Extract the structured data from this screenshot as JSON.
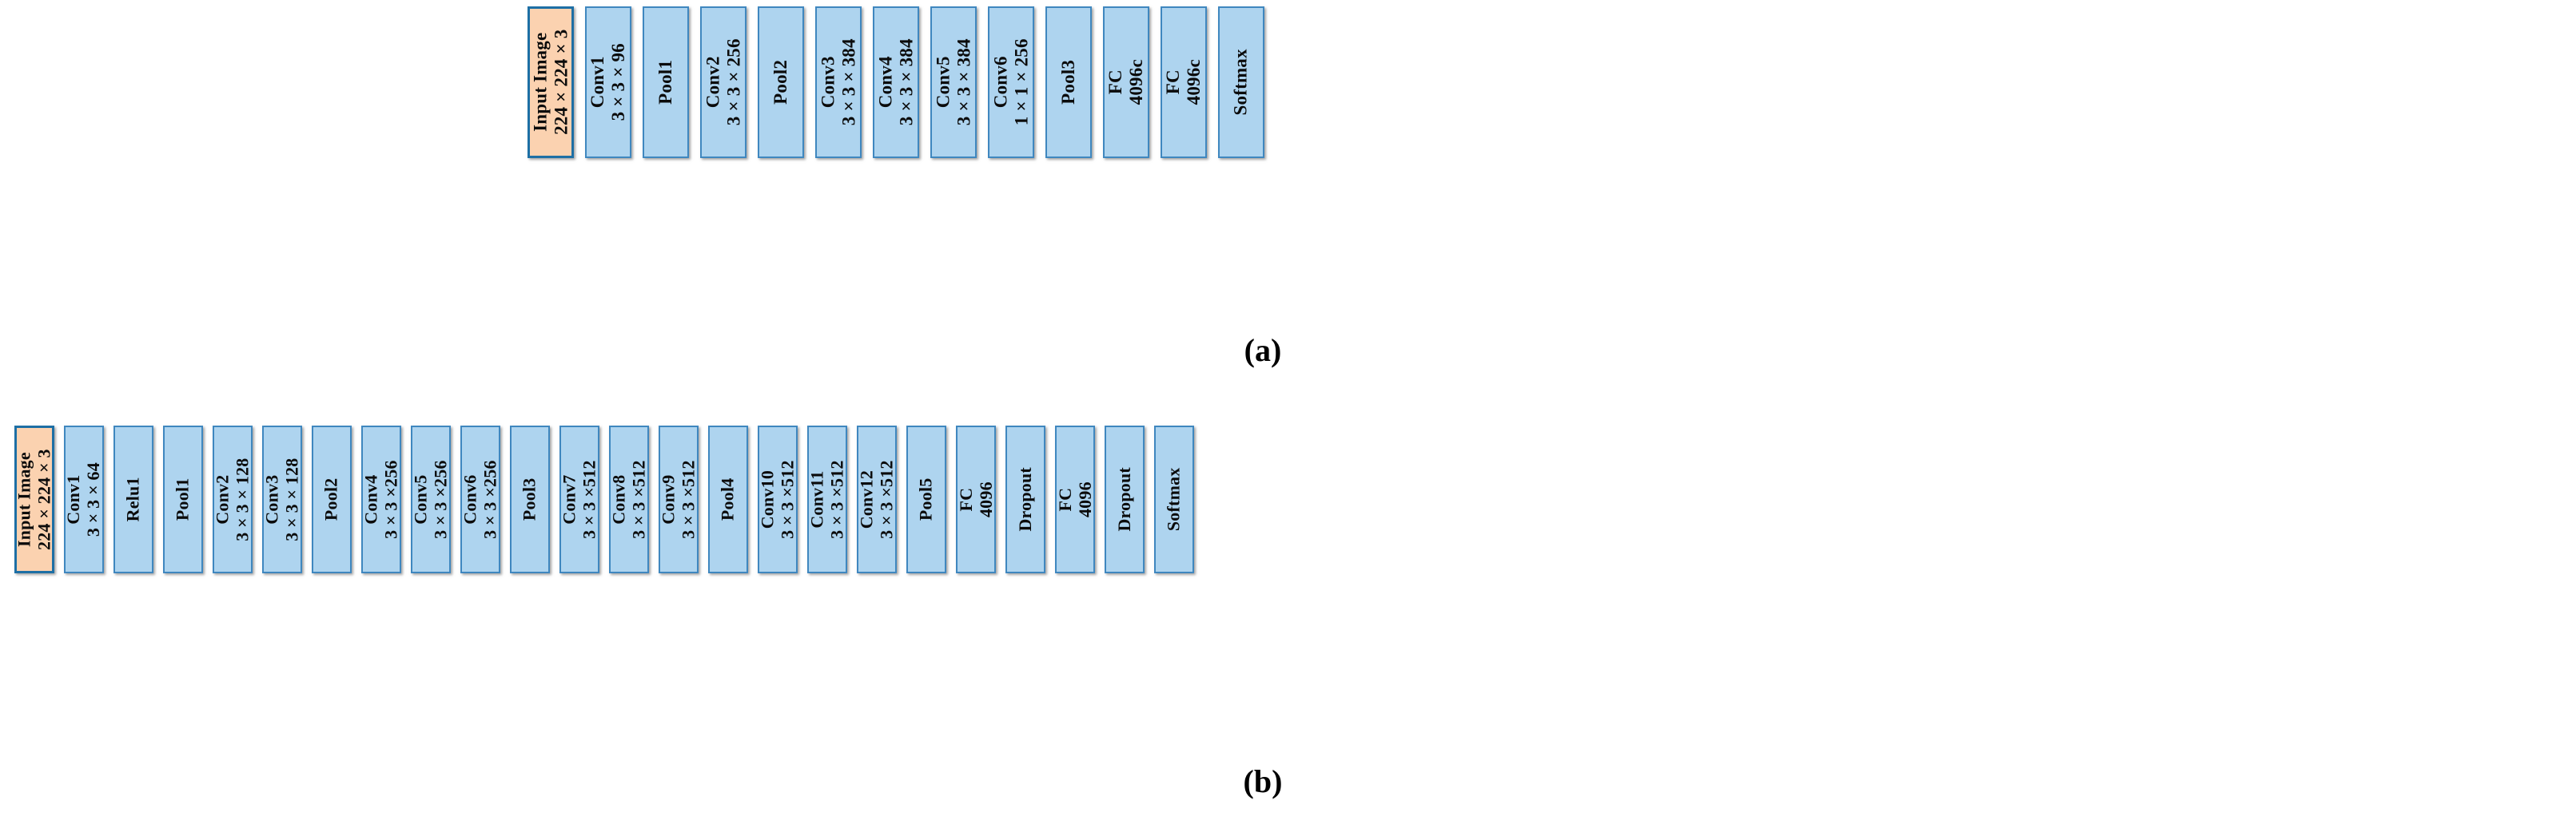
{
  "figure": {
    "background_color": "#ffffff",
    "box_fill_color": "#aed4ef",
    "box_border_color": "#3f87bf",
    "input_box_fill_color": "#fbd2b0",
    "input_box_border_color": "#1d6fa5"
  },
  "rows": [
    {
      "id": "a",
      "caption": "(a)",
      "layers": [
        {
          "line1": "Input Image",
          "line2": "224 × 224 × 3",
          "kind": "input"
        },
        {
          "line1": "Conv1",
          "line2": "3 × 3 × 96",
          "kind": "conv"
        },
        {
          "line1": "Pool1",
          "line2": "",
          "kind": "pool"
        },
        {
          "line1": "Conv2",
          "line2": "3 × 3 × 256",
          "kind": "conv"
        },
        {
          "line1": "Pool2",
          "line2": "",
          "kind": "pool"
        },
        {
          "line1": "Conv3",
          "line2": "3 × 3 × 384",
          "kind": "conv"
        },
        {
          "line1": "Conv4",
          "line2": "3 × 3 × 384",
          "kind": "conv"
        },
        {
          "line1": "Conv5",
          "line2": "3 × 3 × 384",
          "kind": "conv"
        },
        {
          "line1": "Conv6",
          "line2": "1 × 1 × 256",
          "kind": "conv"
        },
        {
          "line1": "Pool3",
          "line2": "",
          "kind": "pool"
        },
        {
          "line1": "FC",
          "line2": "4096c",
          "kind": "fc"
        },
        {
          "line1": "FC",
          "line2": "4096c",
          "kind": "fc"
        },
        {
          "line1": "Softmax",
          "line2": "",
          "kind": "softmax"
        }
      ]
    },
    {
      "id": "b",
      "caption": "(b)",
      "layers": [
        {
          "line1": "Input Image",
          "line2": "224 × 224 × 3",
          "kind": "input"
        },
        {
          "line1": "Conv1",
          "line2": "3 × 3 × 64",
          "kind": "conv"
        },
        {
          "line1": "Relu1",
          "line2": "",
          "kind": "relu"
        },
        {
          "line1": "Pool1",
          "line2": "",
          "kind": "pool"
        },
        {
          "line1": "Conv2",
          "line2": "3 × 3 × 128",
          "kind": "conv"
        },
        {
          "line1": "Conv3",
          "line2": "3 × 3 × 128",
          "kind": "conv"
        },
        {
          "line1": "Pool2",
          "line2": "",
          "kind": "pool"
        },
        {
          "line1": "Conv4",
          "line2": "3 × 3 ×256",
          "kind": "conv"
        },
        {
          "line1": "Conv5",
          "line2": "3 × 3 ×256",
          "kind": "conv"
        },
        {
          "line1": "Conv6",
          "line2": "3 × 3 ×256",
          "kind": "conv"
        },
        {
          "line1": "Pool3",
          "line2": "",
          "kind": "pool"
        },
        {
          "line1": "Conv7",
          "line2": "3 × 3 ×512",
          "kind": "conv"
        },
        {
          "line1": "Conv8",
          "line2": "3 × 3 ×512",
          "kind": "conv"
        },
        {
          "line1": "Conv9",
          "line2": "3 × 3 ×512",
          "kind": "conv"
        },
        {
          "line1": "Pool4",
          "line2": "",
          "kind": "pool"
        },
        {
          "line1": "Conv10",
          "line2": "3 × 3 ×512",
          "kind": "conv"
        },
        {
          "line1": "Conv11",
          "line2": "3 × 3 ×512",
          "kind": "conv"
        },
        {
          "line1": "Conv12",
          "line2": "3 × 3 ×512",
          "kind": "conv"
        },
        {
          "line1": "Pool5",
          "line2": "",
          "kind": "pool"
        },
        {
          "line1": "FC",
          "line2": "4096",
          "kind": "fc"
        },
        {
          "line1": "Dropout",
          "line2": "",
          "kind": "dropout"
        },
        {
          "line1": "FC",
          "line2": "4096",
          "kind": "fc"
        },
        {
          "line1": "Dropout",
          "line2": "",
          "kind": "dropout"
        },
        {
          "line1": "Softmax",
          "line2": "",
          "kind": "softmax"
        }
      ]
    }
  ]
}
